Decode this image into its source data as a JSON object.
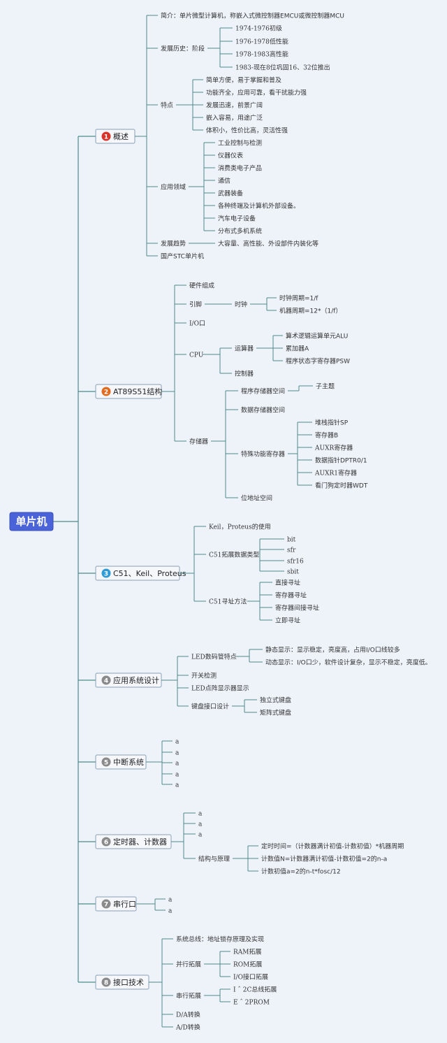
{
  "root": {
    "label": "单片机",
    "color": "#4a63d9"
  },
  "branches": [
    {
      "num": "1",
      "badge_color": "#d9342b",
      "label": "概述",
      "children": [
        {
          "label": "简介：单片微型计算机，称嵌入式微控制器EMCU或微控制器MCU"
        },
        {
          "label": "发展历史：阶段",
          "children": [
            {
              "label": "1974-1976初级"
            },
            {
              "label": "1976-1978低性能"
            },
            {
              "label": "1978-1983高性能"
            },
            {
              "label": "1983-现在8位巩固16、32位推出"
            }
          ]
        },
        {
          "label": "特点",
          "children": [
            {
              "label": "简单方便，易于掌握和普及"
            },
            {
              "label": "功能齐全，应用可靠，看干扰能力强"
            },
            {
              "label": "发展迅速，前景广阔"
            },
            {
              "label": "嵌入容易，用途广泛"
            },
            {
              "label": "体积小，性价比高，灵活性强"
            }
          ]
        },
        {
          "label": "应用领域",
          "children": [
            {
              "label": "工业控制与检测"
            },
            {
              "label": "仪器仪表"
            },
            {
              "label": "消费类电子产品"
            },
            {
              "label": "通信"
            },
            {
              "label": "武器装备"
            },
            {
              "label": "各种终端及计算机外部设备。"
            },
            {
              "label": "汽车电子设备"
            },
            {
              "label": "分布式多机系统"
            }
          ]
        },
        {
          "label": "发展趋势",
          "children": [
            {
              "label": "大容量、高性能、外设部件内装化等"
            }
          ]
        },
        {
          "label": "国产STC单片机"
        }
      ]
    },
    {
      "num": "2",
      "badge_color": "#e06b1f",
      "label": "AT89S51结构",
      "children": [
        {
          "label": "硬件组成"
        },
        {
          "label": "引脚",
          "children": [
            {
              "label": "时钟",
              "children": [
                {
                  "label": "时钟周期=1/f"
                },
                {
                  "label": "机器周期=12*（1/f）"
                }
              ]
            }
          ]
        },
        {
          "label": "I/O口"
        },
        {
          "label": "CPU",
          "children": [
            {
              "label": "运算器",
              "children": [
                {
                  "label": "算术逻辑运算单元ALU"
                },
                {
                  "label": "累加器A"
                },
                {
                  "label": "程序状态字寄存器PSW"
                }
              ]
            },
            {
              "label": "控制器"
            }
          ]
        },
        {
          "label": "存储器",
          "children": [
            {
              "label": "程序存储器空间",
              "children": [
                {
                  "label": "子主题"
                }
              ]
            },
            {
              "label": "数据存储器空间"
            },
            {
              "label": "特殊功能寄存器",
              "children": [
                {
                  "label": "堆栈指针SP"
                },
                {
                  "label": "寄存器B"
                },
                {
                  "label": "AUXR寄存器"
                },
                {
                  "label": "数据指针DPTR0/1"
                },
                {
                  "label": "AUXR1寄存器"
                },
                {
                  "label": "看门狗定时器WDT"
                }
              ]
            },
            {
              "label": "位地址空间"
            }
          ]
        }
      ]
    },
    {
      "num": "3",
      "badge_color": "#2e9ad6",
      "label": "C51、Keil、Proteus",
      "children": [
        {
          "label": "Keil，Proteus的使用"
        },
        {
          "label": "C51拓展数据类型",
          "children": [
            {
              "label": "bit"
            },
            {
              "label": "sfr"
            },
            {
              "label": "sfr16"
            },
            {
              "label": "sbit"
            }
          ]
        },
        {
          "label": "C51寻址方法",
          "children": [
            {
              "label": "直接寻址"
            },
            {
              "label": "寄存器寻址"
            },
            {
              "label": "寄存器间接寻址"
            },
            {
              "label": "立即寻址"
            }
          ]
        }
      ]
    },
    {
      "num": "4",
      "badge_color": "#8a8a8a",
      "label": "应用系统设计",
      "children": [
        {
          "label": "LED数码管特点",
          "children": [
            {
              "label": "静态显示：显示稳定，亮度高，占用I/O口线较多"
            },
            {
              "label": "动态显示：I/O口少，软件设计复杂，显示不稳定，亮度低。"
            }
          ]
        },
        {
          "label": "开关检测"
        },
        {
          "label": "LED点阵显示器显示"
        },
        {
          "label": "键盘接口设计",
          "children": [
            {
              "label": "独立式键盘"
            },
            {
              "label": "矩阵式键盘"
            }
          ]
        }
      ]
    },
    {
      "num": "5",
      "badge_color": "#8a8a8a",
      "label": "中断系统",
      "children": [
        {
          "label": "a"
        },
        {
          "label": "a"
        },
        {
          "label": "a"
        },
        {
          "label": "a"
        },
        {
          "label": "a"
        }
      ]
    },
    {
      "num": "6",
      "badge_color": "#8a8a8a",
      "label": "定时器、计数器",
      "children": [
        {
          "label": "a"
        },
        {
          "label": "a"
        },
        {
          "label": "a"
        },
        {
          "label": "结构与原理",
          "children": [
            {
              "label": "定时时间=（计数器满计初值-计数初值）*机器周期"
            },
            {
              "label": "计数值N=计数器满计初值-计数初值=2的n-a"
            },
            {
              "label": "计数初值a=2的n-t*fosc/12"
            }
          ]
        }
      ]
    },
    {
      "num": "7",
      "badge_color": "#8a8a8a",
      "label": "串行口",
      "children": [
        {
          "label": "a"
        },
        {
          "label": "a"
        }
      ]
    },
    {
      "num": "8",
      "badge_color": "#8a8a8a",
      "label": "接口技术",
      "children": [
        {
          "label": "系统总线：地址锁存原理及实现"
        },
        {
          "label": "并行拓展",
          "children": [
            {
              "label": "RAM拓展"
            },
            {
              "label": "ROM拓展"
            },
            {
              "label": "I/O接口拓展"
            }
          ]
        },
        {
          "label": "串行拓展",
          "children": [
            {
              "label": "I ˆ 2C总线拓展"
            },
            {
              "label": "E ˆ 2PROM"
            }
          ]
        },
        {
          "label": "D/A转换"
        },
        {
          "label": "A/D转换"
        }
      ]
    }
  ]
}
